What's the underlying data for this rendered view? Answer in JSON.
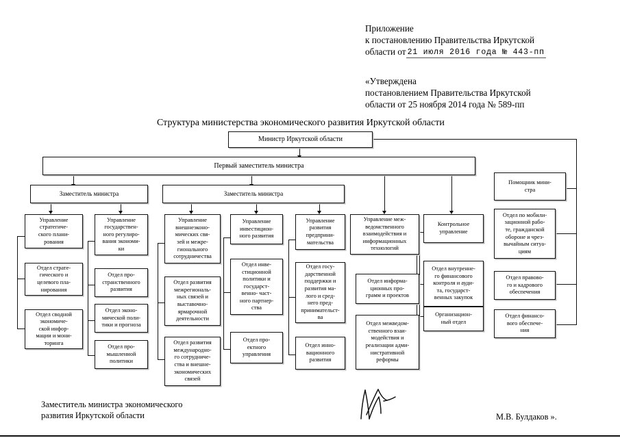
{
  "header": {
    "line1": "Приложение",
    "line2": "к постановлению Правительства Иркутской",
    "line3_prefix": "области от ",
    "line3_stamp": "21 июля 2016 года № 443-пп",
    "line4": "«Утверждена",
    "line5": "постановлением Правительства Иркутской",
    "line6": "области от 25 ноября 2014 года № 589-пп"
  },
  "chart_title": "Структура министерства экономического развития Иркутской области",
  "nodes": {
    "minister": "Министр Иркутской области",
    "first_deputy": "Первый заместитель министра",
    "deputy_1": "Заместитель министра",
    "deputy_2": "Заместитель министра",
    "assistant": "Помощник мини-\nстра",
    "col1": {
      "head": "Управление\nстратегиче-\nского плани-\nрования",
      "d1": "Отдел страте-\nгического и\nцелевого пла-\nнирования",
      "d2": "Отдел сводной\nэкономиче-\nской инфор-\nмации и мони-\nторинга"
    },
    "col2": {
      "head": "Управление\nгосударствен-\nного регулиро-\nвания экономи-\nки",
      "d1": "Отдел про-\nстранственного\nразвития",
      "d2": "Отдел эконо-\nмической поли-\nтики и прогноза",
      "d3": "Отдел про-\nмышленной\nполитики"
    },
    "col3": {
      "head": "Управление\nвнешнеэконо-\nмических свя-\nзей и межре-\nгионального\nсотрудничества",
      "d1": "Отдел развития\nмежрегиональ-\nных связей и\nвыставочно-\nярмарочной\nдеятельности",
      "d2": "Отдел развития\nмеждународно-\nго сотрудниче-\nства и внешне-\nэкономических\nсвязей"
    },
    "col4": {
      "head": "Управление\nинвестицион-\nного развития",
      "d1": "Отдел инве-\nстиционной\nполитики и\nгосударст-\nвенно- част-\nного партнер-\nства",
      "d2": "Отдел про-\nектного\nуправления"
    },
    "col5": {
      "head": "Управление\nразвития\nпредприни-\nмательства",
      "d1": "Отдел госу-\nдарственной\nподдержки и\nразвития ма-\nлого и сред-\nнего пред-\nпринимательст-\nва",
      "d2": "Отдел инно-\nвационного\nразвития"
    },
    "col6": {
      "head": "Управление меж-\nведомственного\nвзаимодействия и\nинформационных\nтехнологий",
      "d1": "Отдел информа-\nционных про-\nграмм и проектов",
      "d2": "Отдел межведом-\nственного взаи-\nмодействия и\nреализации адми-\nнистративной\nреформы"
    },
    "col7": {
      "head": "Контрольное\nуправление",
      "d1": "Отдел внутренне-\nго финансового\nконтроля и ауди-\nта, государст-\nвенных закупок",
      "d2": "Организацион-\nный отдел"
    },
    "col8": {
      "d1": "Отдел по мобили-\nзационной рабо-\nте, гражданской\nобороне и чрез-\nвычайным ситуа-\nциям",
      "d2": "Отдел правово-\nго и кадрового\nобеспечения",
      "d3": "Отдел финансо-\nвого обеспече-\nния"
    }
  },
  "footer": {
    "line1": "Заместитель министра экономического",
    "line2": "развития Иркутской области",
    "signer": "М.В. Булдаков »."
  }
}
